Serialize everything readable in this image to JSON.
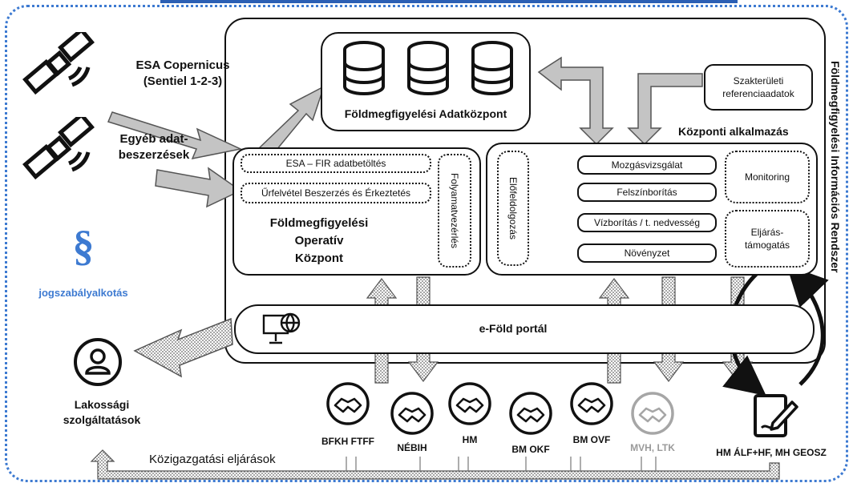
{
  "sources": {
    "copernicus": "ESA Copernicus\n(Sentiel 1-2-3)",
    "other_acquisitions": "Egyéb adat-\nbeszerzések"
  },
  "law": {
    "symbol": "§",
    "label": "jogszabályalkotás"
  },
  "data_center": {
    "label": "Földmegfigyelési Adatközpont"
  },
  "reference_data": {
    "label": "Szakterületi\nreferenciaadatok"
  },
  "central_app": {
    "title": "Központi alkalmazás",
    "preprocessing": "Előfeldolgozás",
    "items": [
      "Mozgásvizsgálat",
      "Felszínborítás",
      "Vízborítás / t. nedvesség",
      "Növényzet"
    ],
    "monitoring": "Monitoring",
    "procedure_support": "Eljárás-\ntámogatás"
  },
  "operative_center": {
    "label": "Földmegfigyelési\nOperatív\nKözpont",
    "esa_fir": "ESA – FIR adatbetöltés",
    "acquisition": "Űrfelvétel Beszerzés és Érkeztetés",
    "process_control": "Folyamatvezérlés"
  },
  "portal": {
    "label": "e-Föld portál"
  },
  "system_title": "Földmegfigyelési Információs Rendszer",
  "public_services": {
    "label": "Lakossági\nszolgáltatások"
  },
  "admin_procedures": "Közigazgatási eljárások",
  "partners": [
    {
      "label": "BFKH FTFF",
      "color": "#111111"
    },
    {
      "label": "NÉBIH",
      "color": "#111111"
    },
    {
      "label": "HM",
      "color": "#111111"
    },
    {
      "label": "BM OKF",
      "color": "#111111"
    },
    {
      "label": "BM OVF",
      "color": "#111111"
    },
    {
      "label": "MVH, LTK",
      "color": "#9a9a9a"
    }
  ],
  "defense": {
    "label": "HM ÁLF+HF, MH GEOSZ"
  },
  "colors": {
    "frame_blue": "#3d7ad1",
    "law_blue": "#3d7ad1",
    "arrow_grey": "#bdbdbd"
  }
}
